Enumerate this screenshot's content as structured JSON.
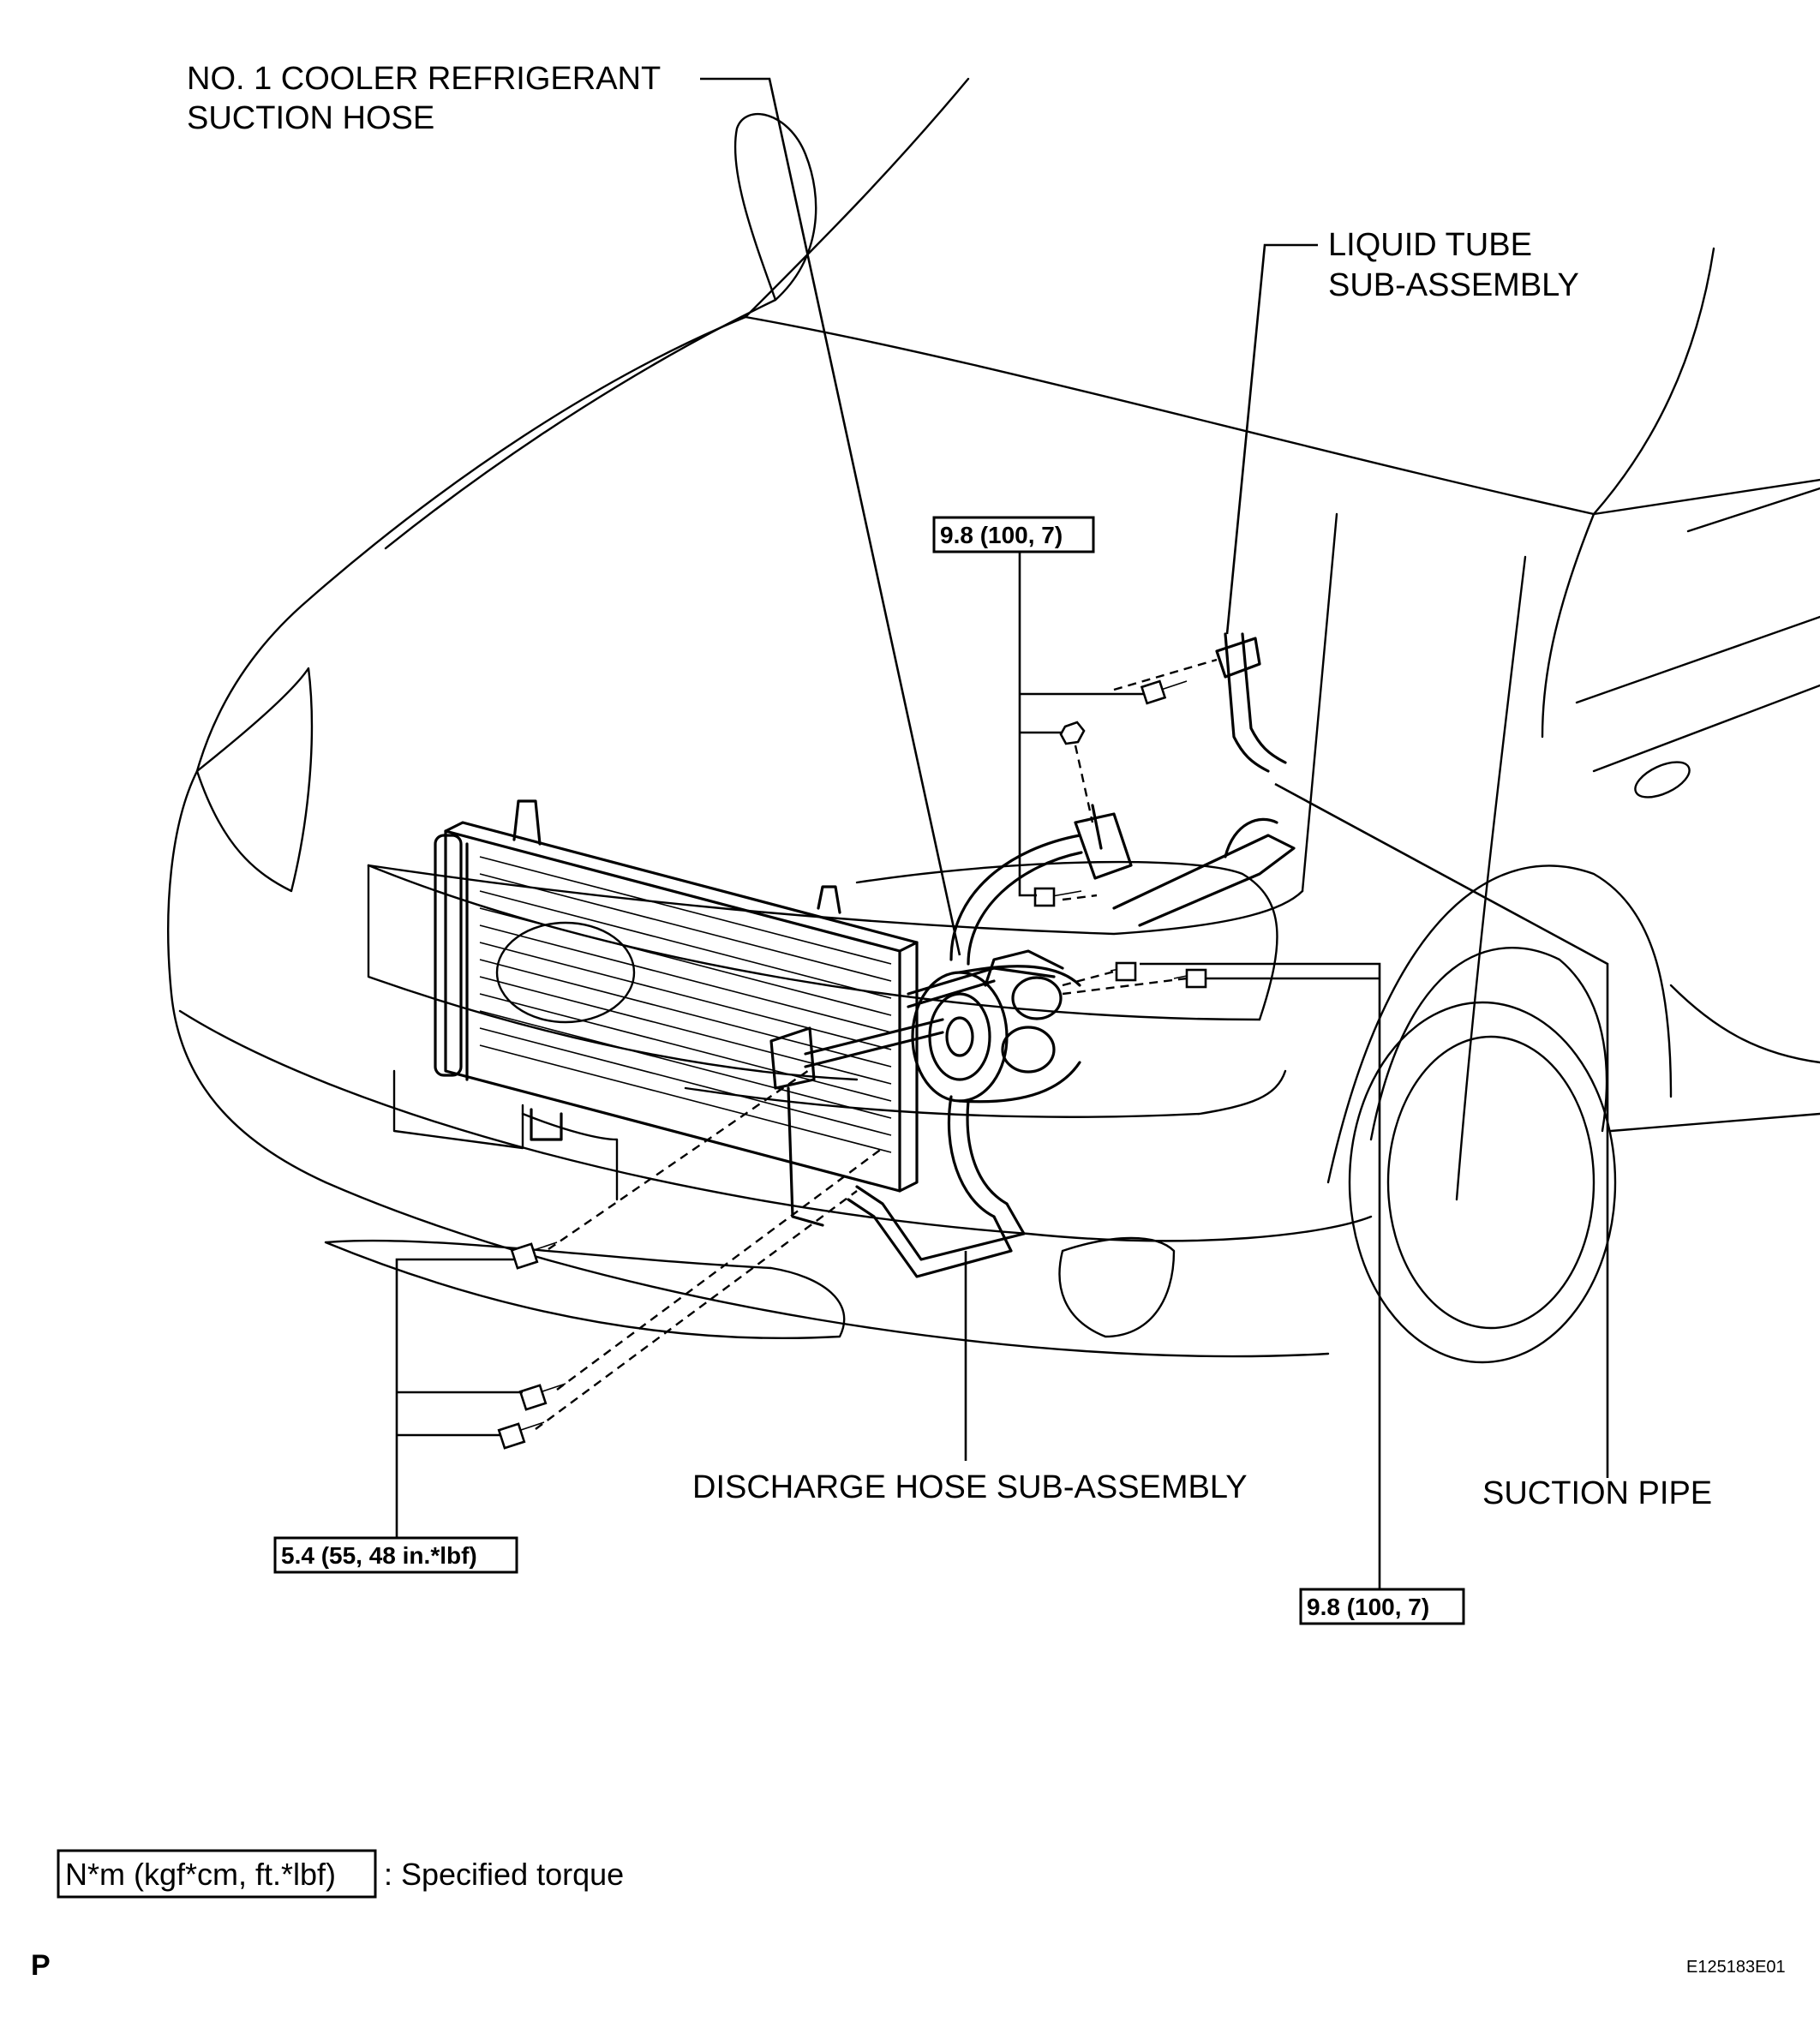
{
  "labels": {
    "cooler_hose_line1": "NO. 1 COOLER REFRIGERANT",
    "cooler_hose_line2": "SUCTION HOSE",
    "liquid_tube_line1": "LIQUID TUBE",
    "liquid_tube_line2": "SUB-ASSEMBLY",
    "discharge_hose": "DISCHARGE HOSE SUB-ASSEMBLY",
    "suction_pipe": "SUCTION PIPE"
  },
  "torques": {
    "upper": "9.8 (100, 7)",
    "lower_right": "9.8 (100, 7)",
    "lower_left": "5.4 (55, 48 in.*lbf)"
  },
  "legend": {
    "units": "N*m (kgf*cm, ft.*lbf)",
    "description": ": Specified torque"
  },
  "footer": {
    "page_mark": "P",
    "figure_code": "E125183E01"
  }
}
